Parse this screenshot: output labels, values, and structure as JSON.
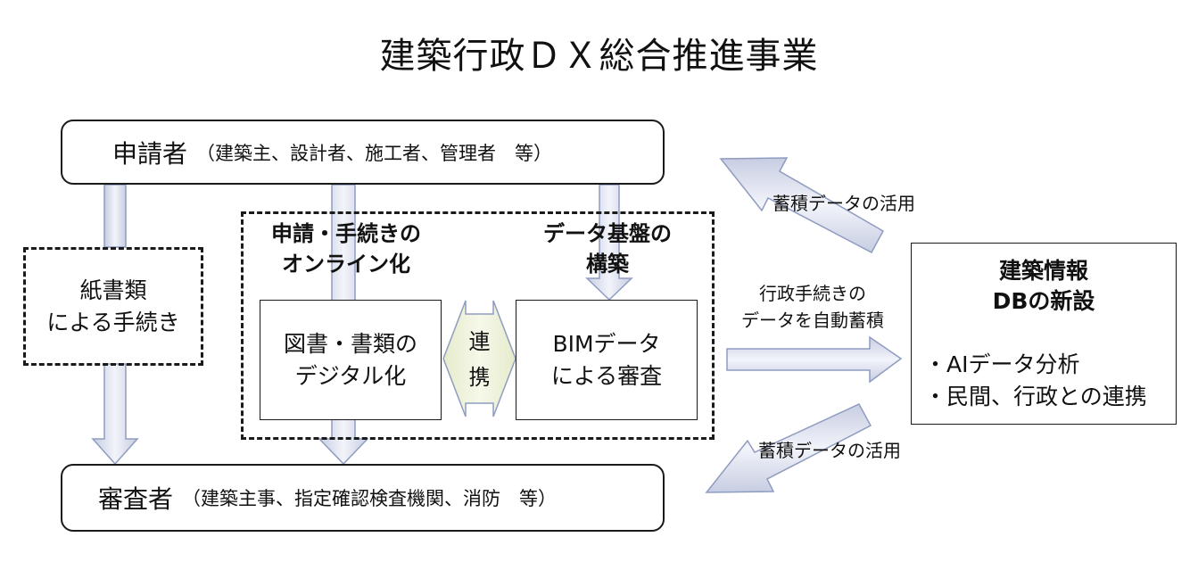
{
  "title": "建築行政ＤＸ総合推進事業",
  "applicant": {
    "main": "申請者",
    "sub": "（建築主、設計者、施工者、管理者　等）"
  },
  "reviewer": {
    "main": "審査者",
    "sub": "（建築主事、指定確認検査機関、消防　等）"
  },
  "paper_procedure": [
    "紙書類",
    "による手続き"
  ],
  "online": {
    "heading": [
      "申請・手続きの",
      "オンライン化"
    ]
  },
  "data_platform": {
    "heading": [
      "データ基盤の",
      "構築"
    ]
  },
  "digitize": [
    "図書・書類の",
    "デジタル化"
  ],
  "bim_review": [
    "BIMデータ",
    "による審査"
  ],
  "linkage": [
    "連",
    "携"
  ],
  "auto_accumulate": [
    "行政手続きの",
    "データを自動蓄積"
  ],
  "db": {
    "heading": [
      "建築情報",
      "DBの新設"
    ],
    "bullets": [
      "・AIデータ分析",
      "・民間、行政との連携"
    ]
  },
  "reuse_top": "蓄積データの活用",
  "reuse_bottom": "蓄積データの活用",
  "colors": {
    "arrow_fill": "#dfe3ef",
    "arrow_stroke": "#8f9cc0",
    "linkage_fill": "#eef2d8"
  }
}
